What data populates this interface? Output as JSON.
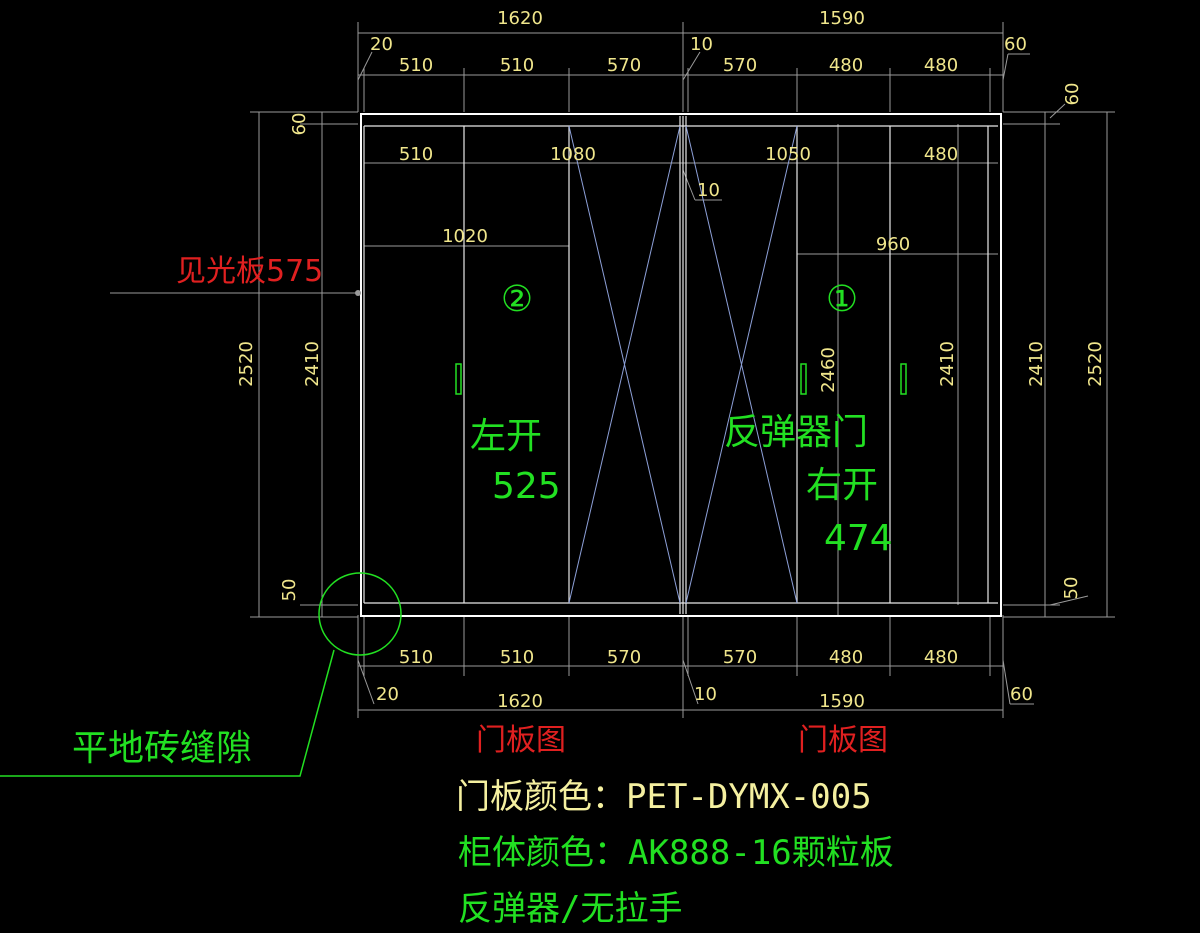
{
  "dimensions": {
    "top_total": [
      "1620",
      "1590"
    ],
    "top_small": [
      "20",
      "10",
      "60"
    ],
    "top_parts": [
      "510",
      "510",
      "570",
      "570",
      "480",
      "480"
    ],
    "inner": [
      "510",
      "1080",
      "1050",
      "480",
      "10",
      "1020",
      "960"
    ],
    "bottom_parts": [
      "510",
      "510",
      "570",
      "570",
      "480",
      "480"
    ],
    "bottom_small": [
      "20",
      "10",
      "60"
    ],
    "bottom_total": [
      "1620",
      "1590"
    ],
    "left": [
      "60",
      "2520",
      "2410",
      "50"
    ],
    "right": [
      "60",
      "2410",
      "2520",
      "50"
    ],
    "inner_vertical": [
      "2460",
      "2410"
    ]
  },
  "labels": {
    "light_panel": "见光板575",
    "door2_num": "②",
    "door1_num": "①",
    "left_open": "左开",
    "left_width": "525",
    "rebound_door": "反弹器门",
    "right_open": "右开",
    "right_width": "474",
    "floor_gap": "平地砖缝隙",
    "panel_drawing_left": "门板图",
    "panel_drawing_right": "门板图"
  },
  "notes": {
    "door_color": "门板颜色：PET-DYMX-005",
    "cabinet_color": "柜体颜色：AK888-16颗粒板",
    "hardware": "反弹器/无拉手"
  },
  "colors": {
    "background": "#000000",
    "dimension_text": "#f0e68c",
    "label_green": "#22e022",
    "label_red": "#e02020",
    "outline": "#ffffff",
    "diagonal": "#8da0d8"
  }
}
